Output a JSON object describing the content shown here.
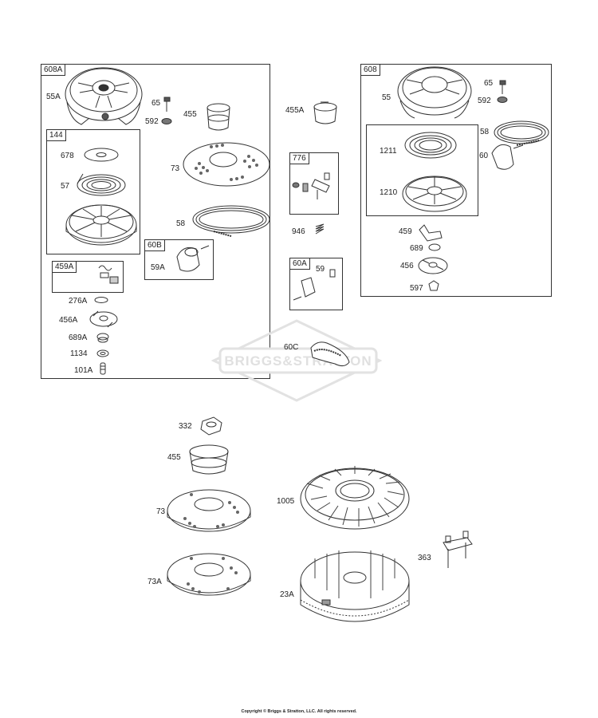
{
  "assemblies": {
    "a608A": "608A",
    "a144": "144",
    "a60B": "60B",
    "a459A": "459A",
    "a776": "776",
    "a60A": "60A",
    "a608": "608"
  },
  "parts": {
    "p55A": "55A",
    "p65_left": "65",
    "p592_left": "592",
    "p455_top": "455",
    "p678": "678",
    "p57": "57",
    "p73_top": "73",
    "p58_left": "58",
    "p59A": "59A",
    "p276A": "276A",
    "p456A": "456A",
    "p689A": "689A",
    "p1134": "1134",
    "p101A": "101A",
    "p455A": "455A",
    "p946": "946",
    "p59": "59",
    "p60C": "60C",
    "p55": "55",
    "p65_right": "65",
    "p592_right": "592",
    "p58_right": "58",
    "p60": "60",
    "p1211": "1211",
    "p1210": "1210",
    "p459": "459",
    "p689": "689",
    "p456": "456",
    "p597": "597",
    "p332": "332",
    "p455_bottom": "455",
    "p73_bottom": "73",
    "p73A": "73A",
    "p1005": "1005",
    "p363": "363",
    "p23A": "23A"
  },
  "watermark": "BRIGGS&STRATTON",
  "copyright": "Copyright © Briggs & Stratton, LLC. All rights reserved."
}
